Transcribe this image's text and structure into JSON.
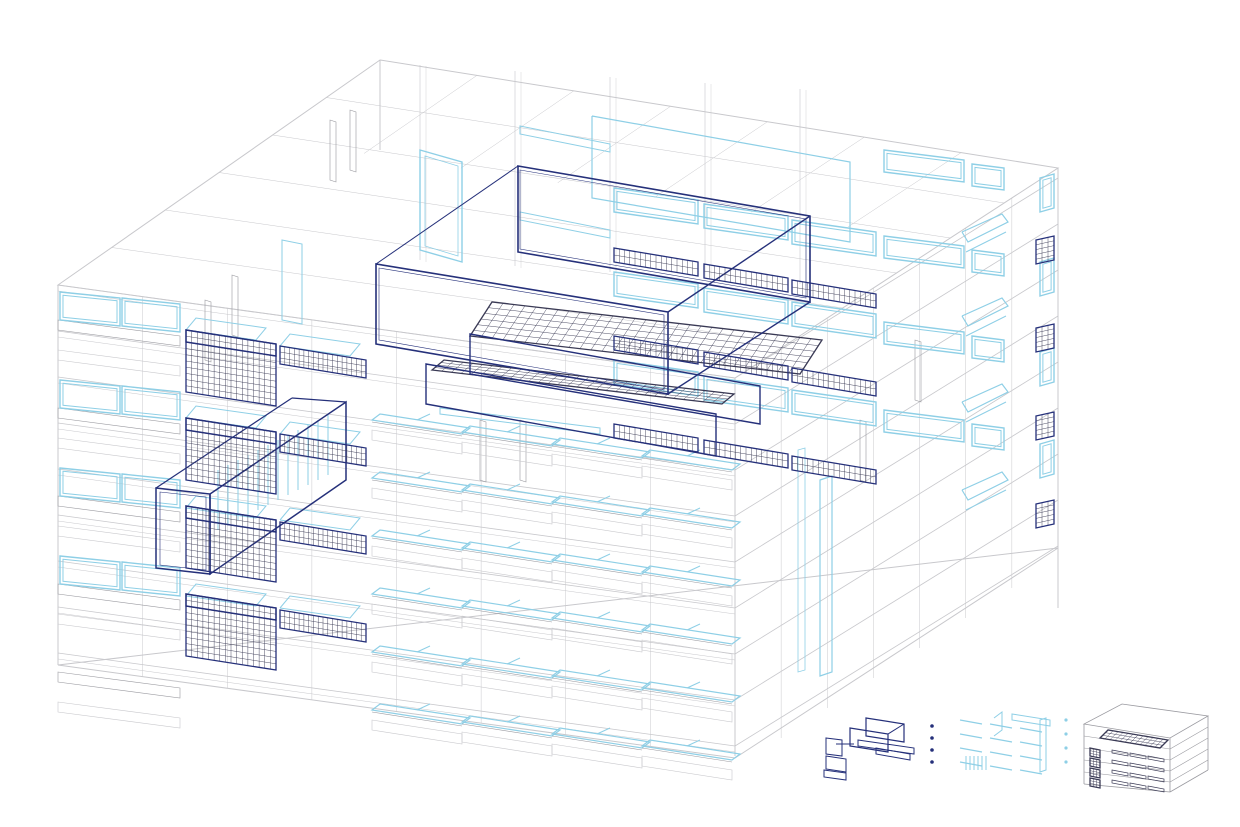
{
  "diagram": {
    "kind": "exploded-axonometric-wireframe",
    "palette": {
      "background": "#ffffff",
      "base_structure": "#c8c8cc",
      "base_structure_dark": "#9a9aa0",
      "light_layer": "#8ecfe6",
      "dark_layer": "#25307a",
      "mesh": "#3a3a55"
    },
    "layers": [
      {
        "id": "building-massing",
        "color_key": "base_structure"
      },
      {
        "id": "light-blue-elements",
        "color_key": "light_layer"
      },
      {
        "id": "dark-blue-elements",
        "color_key": "dark_layer"
      }
    ],
    "legend_thumbnails": [
      {
        "id": "thumb-dark-parts",
        "color_key": "dark_layer"
      },
      {
        "id": "thumb-light-parts",
        "color_key": "light_layer"
      },
      {
        "id": "thumb-assembly",
        "color_key": "mesh"
      }
    ]
  }
}
